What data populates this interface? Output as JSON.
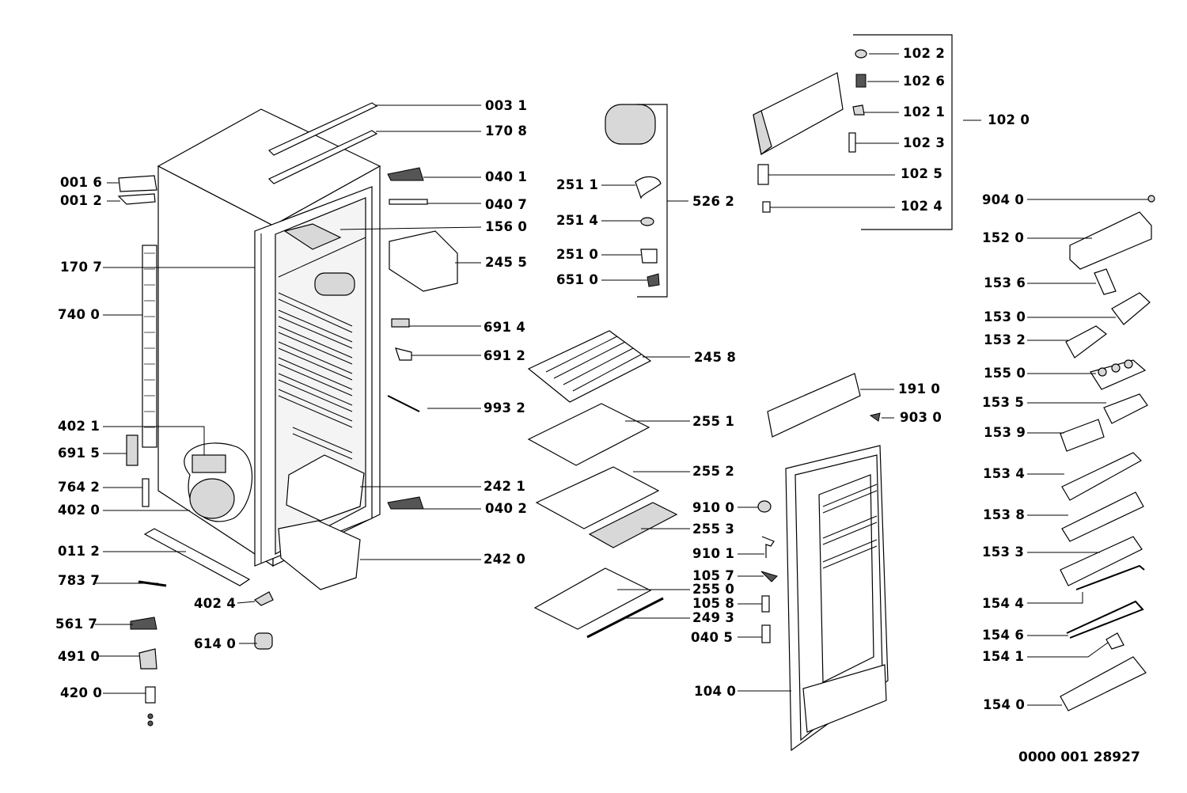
{
  "diagram": {
    "document_number": "0000 001 28927",
    "callouts": [
      {
        "id": "c0031",
        "text": "003 1"
      },
      {
        "id": "c1708",
        "text": "170 8"
      },
      {
        "id": "c0401",
        "text": "040 1"
      },
      {
        "id": "c0407",
        "text": "040 7"
      },
      {
        "id": "c1560",
        "text": "156 0"
      },
      {
        "id": "c2455",
        "text": "245 5"
      },
      {
        "id": "c6914",
        "text": "691 4"
      },
      {
        "id": "c6912",
        "text": "691 2"
      },
      {
        "id": "c9932",
        "text": "993 2"
      },
      {
        "id": "c2421",
        "text": "242 1"
      },
      {
        "id": "c0402",
        "text": "040 2"
      },
      {
        "id": "c2420",
        "text": "242 0"
      },
      {
        "id": "c0016",
        "text": "001 6"
      },
      {
        "id": "c0012",
        "text": "001 2"
      },
      {
        "id": "c1707",
        "text": "170 7"
      },
      {
        "id": "c7400",
        "text": "740 0"
      },
      {
        "id": "c4021",
        "text": "402 1"
      },
      {
        "id": "c6915",
        "text": "691 5"
      },
      {
        "id": "c7642",
        "text": "764 2"
      },
      {
        "id": "c4020",
        "text": "402 0"
      },
      {
        "id": "c0112",
        "text": "011 2"
      },
      {
        "id": "c7837",
        "text": "783 7"
      },
      {
        "id": "c4024",
        "text": "402 4"
      },
      {
        "id": "c5617",
        "text": "561 7"
      },
      {
        "id": "c6140",
        "text": "614 0"
      },
      {
        "id": "c4910",
        "text": "491 0"
      },
      {
        "id": "c4200",
        "text": "420 0"
      },
      {
        "id": "c2511",
        "text": "251 1"
      },
      {
        "id": "c2514",
        "text": "251 4"
      },
      {
        "id": "c2510",
        "text": "251 0"
      },
      {
        "id": "c6510",
        "text": "651 0"
      },
      {
        "id": "c5262",
        "text": "526 2"
      },
      {
        "id": "c2458",
        "text": "245 8"
      },
      {
        "id": "c2551",
        "text": "255 1"
      },
      {
        "id": "c2552",
        "text": "255 2"
      },
      {
        "id": "c2553",
        "text": "255 3"
      },
      {
        "id": "c2550",
        "text": "255 0"
      },
      {
        "id": "c2493",
        "text": "249 3"
      },
      {
        "id": "c1022",
        "text": "102 2"
      },
      {
        "id": "c1026",
        "text": "102 6"
      },
      {
        "id": "c1021",
        "text": "102 1"
      },
      {
        "id": "c1023",
        "text": "102 3"
      },
      {
        "id": "c1025",
        "text": "102 5"
      },
      {
        "id": "c1024",
        "text": "102 4"
      },
      {
        "id": "c1020",
        "text": "102 0"
      },
      {
        "id": "c1910",
        "text": "191 0"
      },
      {
        "id": "c9030",
        "text": "903 0"
      },
      {
        "id": "c9100",
        "text": "910 0"
      },
      {
        "id": "c9101",
        "text": "910 1"
      },
      {
        "id": "c1057",
        "text": "105 7"
      },
      {
        "id": "c1058",
        "text": "105 8"
      },
      {
        "id": "c0405",
        "text": "040 5"
      },
      {
        "id": "c1040",
        "text": "104 0"
      },
      {
        "id": "c9040",
        "text": "904 0"
      },
      {
        "id": "c1520",
        "text": "152 0"
      },
      {
        "id": "c1536",
        "text": "153 6"
      },
      {
        "id": "c1530",
        "text": "153 0"
      },
      {
        "id": "c1532",
        "text": "153 2"
      },
      {
        "id": "c1550",
        "text": "155 0"
      },
      {
        "id": "c1535",
        "text": "153 5"
      },
      {
        "id": "c1539",
        "text": "153 9"
      },
      {
        "id": "c1534",
        "text": "153 4"
      },
      {
        "id": "c1538",
        "text": "153 8"
      },
      {
        "id": "c1533",
        "text": "153 3"
      },
      {
        "id": "c1544",
        "text": "154 4"
      },
      {
        "id": "c1546",
        "text": "154 6"
      },
      {
        "id": "c1541",
        "text": "154 1"
      },
      {
        "id": "c1540",
        "text": "154 0"
      }
    ]
  }
}
